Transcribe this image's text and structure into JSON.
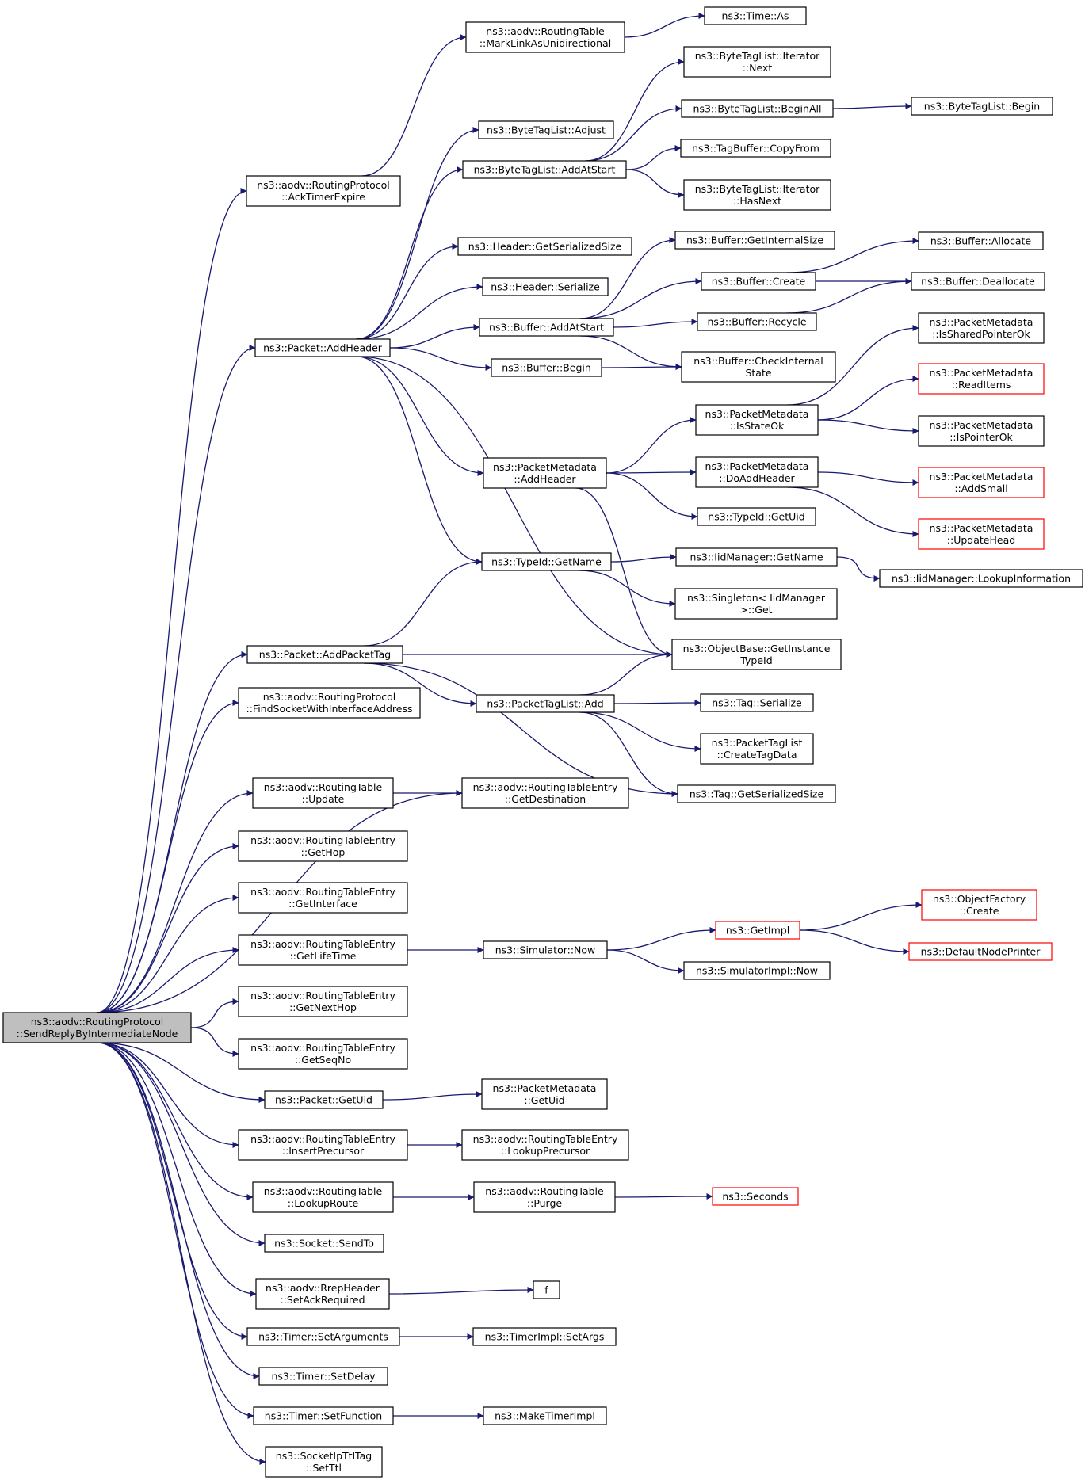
{
  "colors": {
    "edge": "#191970",
    "node_border": "#000000",
    "node_border_truncated": "#ff0000",
    "root_fill": "#bfbfbf",
    "node_fill": "#ffffff"
  },
  "root": "root",
  "nodes": [
    {
      "id": "root",
      "lines": [
        "ns3::aodv::RoutingProtocol",
        "::SendReplyByIntermediateNode"
      ],
      "root": true
    },
    {
      "id": "ackTimer",
      "lines": [
        "ns3::aodv::RoutingProtocol",
        "::AckTimerExpire"
      ]
    },
    {
      "id": "markLink",
      "lines": [
        "ns3::aodv::RoutingTable",
        "::MarkLinkAsUnidirectional"
      ]
    },
    {
      "id": "timeAs",
      "lines": [
        "ns3::Time::As"
      ]
    },
    {
      "id": "pktAddHeader",
      "lines": [
        "ns3::Packet::AddHeader"
      ]
    },
    {
      "id": "btlAdjust",
      "lines": [
        "ns3::ByteTagList::Adjust"
      ]
    },
    {
      "id": "btlAddAtStart",
      "lines": [
        "ns3::ByteTagList::AddAtStart"
      ]
    },
    {
      "id": "btlIterNext",
      "lines": [
        "ns3::ByteTagList::Iterator",
        "::Next"
      ]
    },
    {
      "id": "btlBeginAll",
      "lines": [
        "ns3::ByteTagList::BeginAll"
      ]
    },
    {
      "id": "btlBegin",
      "lines": [
        "ns3::ByteTagList::Begin"
      ]
    },
    {
      "id": "tagBufCopy",
      "lines": [
        "ns3::TagBuffer::CopyFrom"
      ]
    },
    {
      "id": "btlIterHasNext",
      "lines": [
        "ns3::ByteTagList::Iterator",
        "::HasNext"
      ]
    },
    {
      "id": "hdrGetSize",
      "lines": [
        "ns3::Header::GetSerializedSize"
      ]
    },
    {
      "id": "hdrSerialize",
      "lines": [
        "ns3::Header::Serialize"
      ]
    },
    {
      "id": "bufAddAtStart",
      "lines": [
        "ns3::Buffer::AddAtStart"
      ]
    },
    {
      "id": "bufGetInternalSize",
      "lines": [
        "ns3::Buffer::GetInternalSize"
      ]
    },
    {
      "id": "bufCreate",
      "lines": [
        "ns3::Buffer::Create"
      ]
    },
    {
      "id": "bufAllocate",
      "lines": [
        "ns3::Buffer::Allocate"
      ]
    },
    {
      "id": "bufDeallocate",
      "lines": [
        "ns3::Buffer::Deallocate"
      ]
    },
    {
      "id": "bufRecycle",
      "lines": [
        "ns3::Buffer::Recycle"
      ]
    },
    {
      "id": "bufBegin",
      "lines": [
        "ns3::Buffer::Begin"
      ]
    },
    {
      "id": "bufCheckState",
      "lines": [
        "ns3::Buffer::CheckInternal",
        "State"
      ]
    },
    {
      "id": "pmIsShared",
      "lines": [
        "ns3::PacketMetadata",
        "::IsSharedPointerOk"
      ]
    },
    {
      "id": "pmReadItems",
      "lines": [
        "ns3::PacketMetadata",
        "::ReadItems"
      ],
      "truncated": true
    },
    {
      "id": "pmIsStateOk",
      "lines": [
        "ns3::PacketMetadata",
        "::IsStateOk"
      ]
    },
    {
      "id": "pmIsPointerOk",
      "lines": [
        "ns3::PacketMetadata",
        "::IsPointerOk"
      ]
    },
    {
      "id": "pmAddHeader",
      "lines": [
        "ns3::PacketMetadata",
        "::AddHeader"
      ]
    },
    {
      "id": "pmDoAddHeader",
      "lines": [
        "ns3::PacketMetadata",
        "::DoAddHeader"
      ]
    },
    {
      "id": "pmAddSmall",
      "lines": [
        "ns3::PacketMetadata",
        "::AddSmall"
      ],
      "truncated": true
    },
    {
      "id": "typeIdGetUid",
      "lines": [
        "ns3::TypeId::GetUid"
      ]
    },
    {
      "id": "pmUpdateHead",
      "lines": [
        "ns3::PacketMetadata",
        "::UpdateHead"
      ],
      "truncated": true
    },
    {
      "id": "typeIdGetName",
      "lines": [
        "ns3::TypeId::GetName"
      ]
    },
    {
      "id": "iidGetName",
      "lines": [
        "ns3::IidManager::GetName"
      ]
    },
    {
      "id": "iidLookup",
      "lines": [
        "ns3::IidManager::LookupInformation"
      ]
    },
    {
      "id": "singletonGet",
      "lines": [
        "ns3::Singleton< IidManager",
        ">::Get"
      ]
    },
    {
      "id": "pktAddPacketTag",
      "lines": [
        "ns3::Packet::AddPacketTag"
      ]
    },
    {
      "id": "objGetInstance",
      "lines": [
        "ns3::ObjectBase::GetInstance",
        "TypeId"
      ]
    },
    {
      "id": "findSocket",
      "lines": [
        "ns3::aodv::RoutingProtocol",
        "::FindSocketWithInterfaceAddress"
      ]
    },
    {
      "id": "ptlAdd",
      "lines": [
        "ns3::PacketTagList::Add"
      ]
    },
    {
      "id": "tagSerialize",
      "lines": [
        "ns3::Tag::Serialize"
      ]
    },
    {
      "id": "ptlCreateTagData",
      "lines": [
        "ns3::PacketTagList",
        "::CreateTagData"
      ]
    },
    {
      "id": "rtUpdate",
      "lines": [
        "ns3::aodv::RoutingTable",
        "::Update"
      ]
    },
    {
      "id": "rteGetDest",
      "lines": [
        "ns3::aodv::RoutingTableEntry",
        "::GetDestination"
      ]
    },
    {
      "id": "tagGetSize",
      "lines": [
        "ns3::Tag::GetSerializedSize"
      ]
    },
    {
      "id": "rteGetHop",
      "lines": [
        "ns3::aodv::RoutingTableEntry",
        "::GetHop"
      ]
    },
    {
      "id": "rteGetInterface",
      "lines": [
        "ns3::aodv::RoutingTableEntry",
        "::GetInterface"
      ]
    },
    {
      "id": "objFactoryCreate",
      "lines": [
        "ns3::ObjectFactory",
        "::Create"
      ],
      "truncated": true
    },
    {
      "id": "rteGetLifeTime",
      "lines": [
        "ns3::aodv::RoutingTableEntry",
        "::GetLifeTime"
      ]
    },
    {
      "id": "simNow",
      "lines": [
        "ns3::Simulator::Now"
      ]
    },
    {
      "id": "getImpl",
      "lines": [
        "ns3::GetImpl"
      ],
      "truncated": true
    },
    {
      "id": "defaultNodePrinter",
      "lines": [
        "ns3::DefaultNodePrinter"
      ],
      "truncated": true
    },
    {
      "id": "simImplNow",
      "lines": [
        "ns3::SimulatorImpl::Now"
      ]
    },
    {
      "id": "rteGetNextHop",
      "lines": [
        "ns3::aodv::RoutingTableEntry",
        "::GetNextHop"
      ]
    },
    {
      "id": "rteGetSeqNo",
      "lines": [
        "ns3::aodv::RoutingTableEntry",
        "::GetSeqNo"
      ]
    },
    {
      "id": "pktGetUid",
      "lines": [
        "ns3::Packet::GetUid"
      ]
    },
    {
      "id": "pmGetUid",
      "lines": [
        "ns3::PacketMetadata",
        "::GetUid"
      ]
    },
    {
      "id": "rteInsertPrec",
      "lines": [
        "ns3::aodv::RoutingTableEntry",
        "::InsertPrecursor"
      ]
    },
    {
      "id": "rteLookupPrec",
      "lines": [
        "ns3::aodv::RoutingTableEntry",
        "::LookupPrecursor"
      ]
    },
    {
      "id": "rtLookupRoute",
      "lines": [
        "ns3::aodv::RoutingTable",
        "::LookupRoute"
      ]
    },
    {
      "id": "rtPurge",
      "lines": [
        "ns3::aodv::RoutingTable",
        "::Purge"
      ]
    },
    {
      "id": "seconds",
      "lines": [
        "ns3::Seconds"
      ],
      "truncated": true
    },
    {
      "id": "socketSendTo",
      "lines": [
        "ns3::Socket::SendTo"
      ]
    },
    {
      "id": "rrepSetAck",
      "lines": [
        "ns3::aodv::RrepHeader",
        "::SetAckRequired"
      ]
    },
    {
      "id": "fFunc",
      "lines": [
        "f"
      ]
    },
    {
      "id": "timerSetArgs",
      "lines": [
        "ns3::Timer::SetArguments"
      ]
    },
    {
      "id": "timerImplSetArgs",
      "lines": [
        "ns3::TimerImpl::SetArgs"
      ]
    },
    {
      "id": "timerSetDelay",
      "lines": [
        "ns3::Timer::SetDelay"
      ]
    },
    {
      "id": "timerSetFunction",
      "lines": [
        "ns3::Timer::SetFunction"
      ]
    },
    {
      "id": "makeTimerImpl",
      "lines": [
        "ns3::MakeTimerImpl"
      ]
    },
    {
      "id": "socketIpTtlTag",
      "lines": [
        "ns3::SocketIpTtlTag",
        "::SetTtl"
      ]
    }
  ],
  "edges": [
    [
      "root",
      "ackTimer"
    ],
    [
      "root",
      "pktAddHeader"
    ],
    [
      "root",
      "pktAddPacketTag"
    ],
    [
      "root",
      "findSocket"
    ],
    [
      "root",
      "rteGetDest"
    ],
    [
      "root",
      "rtUpdate"
    ],
    [
      "root",
      "rteGetHop"
    ],
    [
      "root",
      "rteGetInterface"
    ],
    [
      "root",
      "rteGetLifeTime"
    ],
    [
      "root",
      "rteGetNextHop"
    ],
    [
      "root",
      "rteGetSeqNo"
    ],
    [
      "root",
      "pktGetUid"
    ],
    [
      "root",
      "rteInsertPrec"
    ],
    [
      "root",
      "rtLookupRoute"
    ],
    [
      "root",
      "socketSendTo"
    ],
    [
      "root",
      "rrepSetAck"
    ],
    [
      "root",
      "timerSetArgs"
    ],
    [
      "root",
      "timerSetDelay"
    ],
    [
      "root",
      "timerSetFunction"
    ],
    [
      "root",
      "socketIpTtlTag"
    ],
    [
      "ackTimer",
      "markLink"
    ],
    [
      "markLink",
      "timeAs"
    ],
    [
      "pktAddHeader",
      "btlAdjust"
    ],
    [
      "pktAddHeader",
      "btlAddAtStart"
    ],
    [
      "pktAddHeader",
      "hdrGetSize"
    ],
    [
      "pktAddHeader",
      "hdrSerialize"
    ],
    [
      "pktAddHeader",
      "bufAddAtStart"
    ],
    [
      "pktAddHeader",
      "bufBegin"
    ],
    [
      "pktAddHeader",
      "pmAddHeader"
    ],
    [
      "pktAddHeader",
      "typeIdGetName"
    ],
    [
      "pktAddHeader",
      "objGetInstance"
    ],
    [
      "btlAddAtStart",
      "btlIterNext"
    ],
    [
      "btlAddAtStart",
      "btlBeginAll"
    ],
    [
      "btlAddAtStart",
      "tagBufCopy"
    ],
    [
      "btlAddAtStart",
      "btlIterHasNext"
    ],
    [
      "btlBeginAll",
      "btlBegin"
    ],
    [
      "bufAddAtStart",
      "bufGetInternalSize"
    ],
    [
      "bufAddAtStart",
      "bufCreate"
    ],
    [
      "bufAddAtStart",
      "bufRecycle"
    ],
    [
      "bufAddAtStart",
      "bufCheckState"
    ],
    [
      "bufCreate",
      "bufAllocate"
    ],
    [
      "bufCreate",
      "bufDeallocate"
    ],
    [
      "bufRecycle",
      "bufDeallocate"
    ],
    [
      "bufBegin",
      "bufCheckState"
    ],
    [
      "pmAddHeader",
      "pmIsStateOk"
    ],
    [
      "pmAddHeader",
      "pmDoAddHeader"
    ],
    [
      "pmAddHeader",
      "typeIdGetUid"
    ],
    [
      "pmAddHeader",
      "objGetInstance"
    ],
    [
      "pmIsStateOk",
      "pmIsShared"
    ],
    [
      "pmIsStateOk",
      "pmReadItems"
    ],
    [
      "pmIsStateOk",
      "pmIsPointerOk"
    ],
    [
      "pmDoAddHeader",
      "pmAddSmall"
    ],
    [
      "pmDoAddHeader",
      "pmUpdateHead"
    ],
    [
      "typeIdGetName",
      "iidGetName"
    ],
    [
      "typeIdGetName",
      "singletonGet"
    ],
    [
      "iidGetName",
      "iidLookup"
    ],
    [
      "pktAddPacketTag",
      "typeIdGetName"
    ],
    [
      "pktAddPacketTag",
      "objGetInstance"
    ],
    [
      "pktAddPacketTag",
      "ptlAdd"
    ],
    [
      "pktAddPacketTag",
      "tagGetSize"
    ],
    [
      "ptlAdd",
      "objGetInstance"
    ],
    [
      "ptlAdd",
      "tagSerialize"
    ],
    [
      "ptlAdd",
      "ptlCreateTagData"
    ],
    [
      "ptlAdd",
      "tagGetSize"
    ],
    [
      "rtUpdate",
      "rteGetDest"
    ],
    [
      "rteGetLifeTime",
      "simNow"
    ],
    [
      "simNow",
      "getImpl"
    ],
    [
      "simNow",
      "simImplNow"
    ],
    [
      "getImpl",
      "objFactoryCreate"
    ],
    [
      "getImpl",
      "defaultNodePrinter"
    ],
    [
      "pktGetUid",
      "pmGetUid"
    ],
    [
      "rteInsertPrec",
      "rteLookupPrec"
    ],
    [
      "rtLookupRoute",
      "rtPurge"
    ],
    [
      "rtPurge",
      "seconds"
    ],
    [
      "rrepSetAck",
      "fFunc"
    ],
    [
      "timerSetArgs",
      "timerImplSetArgs"
    ],
    [
      "timerSetFunction",
      "makeTimerImpl"
    ]
  ]
}
